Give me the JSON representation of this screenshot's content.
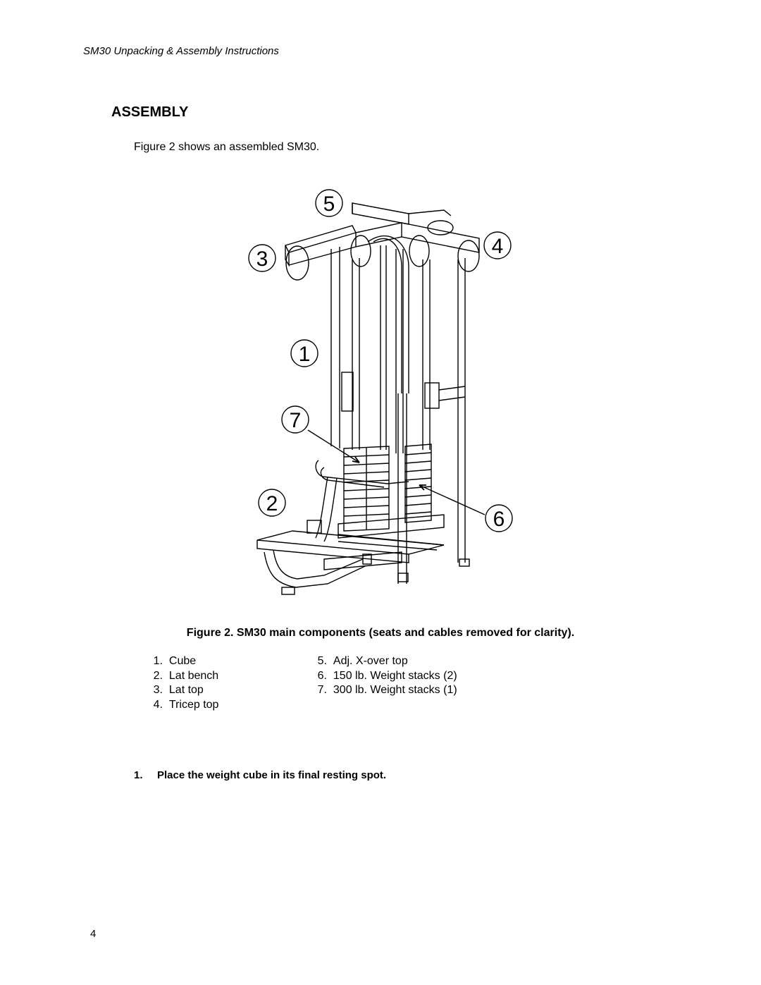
{
  "header": {
    "running_title": "SM30 Unpacking & Assembly Instructions"
  },
  "section": {
    "title": "ASSEMBLY"
  },
  "intro": {
    "text": "Figure 2 shows an assembled SM30."
  },
  "figure": {
    "callouts": [
      "1",
      "2",
      "3",
      "4",
      "5",
      "6",
      "7"
    ],
    "caption": "Figure 2. SM30 main components (seats and cables removed for clarity)."
  },
  "legend": {
    "col1": [
      {
        "num": "1.",
        "label": "Cube"
      },
      {
        "num": "2.",
        "label": "Lat bench"
      },
      {
        "num": "3.",
        "label": "Lat top"
      },
      {
        "num": "4.",
        "label": "Tricep top"
      }
    ],
    "col2": [
      {
        "num": "5.",
        "label": "Adj. X-over top"
      },
      {
        "num": "6.",
        "label": "150 lb. Weight stacks (2)"
      },
      {
        "num": "7.",
        "label": "300 lb. Weight stacks (1)"
      }
    ]
  },
  "steps": [
    {
      "num": "1.",
      "text": "Place the weight cube in its final resting spot."
    }
  ],
  "footer": {
    "page_number": "4"
  }
}
